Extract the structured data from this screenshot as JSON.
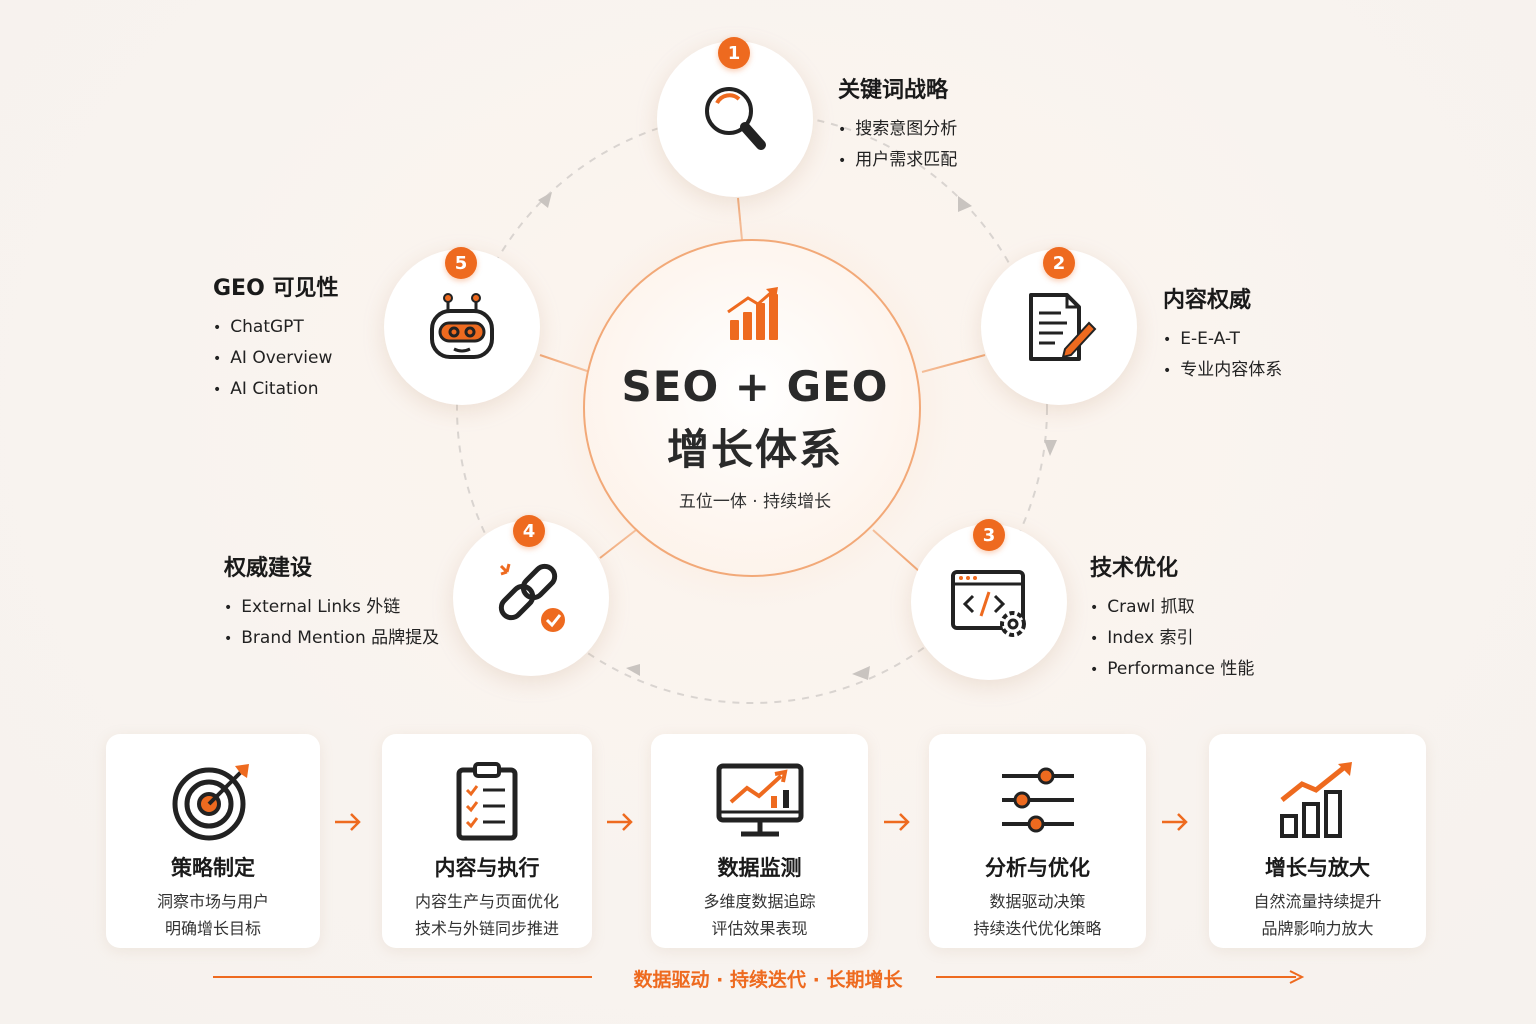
{
  "colors": {
    "accent": "#ee6a1f",
    "background": "#f8f3ef",
    "text": "#1d1d1d"
  },
  "center": {
    "title_line1": "SEO + GEO",
    "title_line2": "增长体系",
    "subtitle": "五位一体 · 持续增长",
    "icon": "growth-bar-chart-icon"
  },
  "nodes": [
    {
      "number": "1",
      "title": "关键词战略",
      "icon": "magnifier-icon",
      "bullets": [
        "搜索意图分析",
        "用户需求匹配"
      ]
    },
    {
      "number": "2",
      "title": "内容权威",
      "icon": "document-pen-icon",
      "bullets": [
        "E-E-A-T",
        "专业内容体系"
      ]
    },
    {
      "number": "3",
      "title": "技术优化",
      "icon": "code-window-gear-icon",
      "bullets": [
        "Crawl 抓取",
        "Index 索引",
        "Performance 性能"
      ]
    },
    {
      "number": "4",
      "title": "权威建设",
      "icon": "link-check-icon",
      "bullets": [
        "External Links 外链",
        "Brand Mention 品牌提及"
      ]
    },
    {
      "number": "5",
      "title": "GEO 可见性",
      "icon": "robot-icon",
      "bullets": [
        "ChatGPT",
        "AI Overview",
        "AI Citation"
      ]
    }
  ],
  "steps": [
    {
      "title": "策略制定",
      "line1": "洞察市场与用户",
      "line2": "明确增长目标",
      "icon": "target-icon"
    },
    {
      "title": "内容与执行",
      "line1": "内容生产与页面优化",
      "line2": "技术与外链同步推进",
      "icon": "clipboard-checklist-icon"
    },
    {
      "title": "数据监测",
      "line1": "多维度数据追踪",
      "line2": "评估效果表现",
      "icon": "monitor-chart-icon"
    },
    {
      "title": "分析与优化",
      "line1": "数据驱动决策",
      "line2": "持续迭代优化策略",
      "icon": "sliders-icon"
    },
    {
      "title": "增长与放大",
      "line1": "自然流量持续提升",
      "line2": "品牌影响力放大",
      "icon": "growth-chart-icon"
    }
  ],
  "footer": {
    "text": "数据驱动 · 持续迭代 · 长期增长"
  }
}
